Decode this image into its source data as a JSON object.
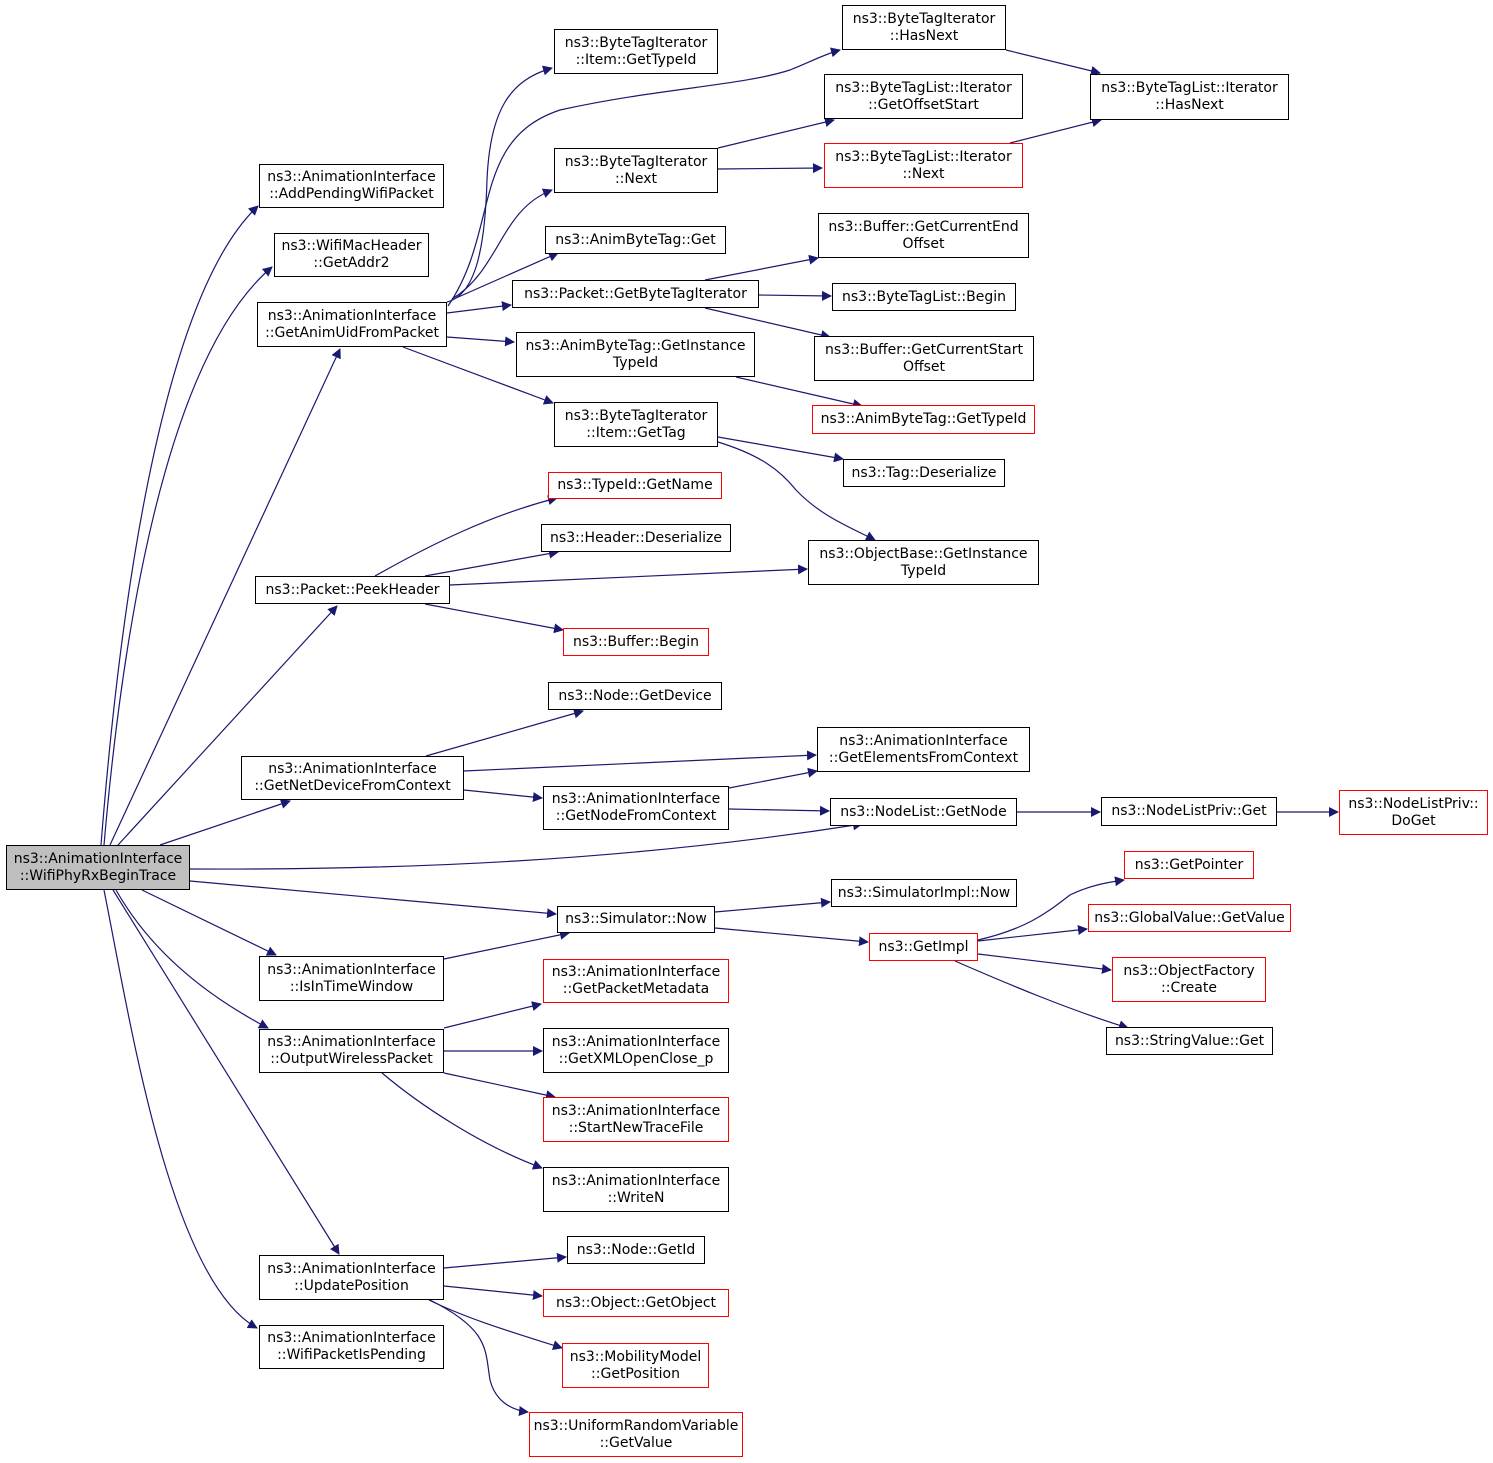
{
  "colors": {
    "edge": "#191970",
    "border": "#000000",
    "border_red": "#ff0000",
    "root_fill": "#bfbfbf",
    "fill": "#ffffff"
  },
  "nodes": {
    "root": [
      "ns3::AnimationInterface",
      "::WifiPhyRxBeginTrace"
    ],
    "addPendingWifiPacket": [
      "ns3::AnimationInterface",
      "::AddPendingWifiPacket"
    ],
    "getAddr2": [
      "ns3::WifiMacHeader",
      "::GetAddr2"
    ],
    "getAnimUidFromPacket": [
      "ns3::AnimationInterface",
      "::GetAnimUidFromPacket"
    ],
    "peekHeader": [
      "ns3::Packet::PeekHeader"
    ],
    "getNetDeviceFromContext": [
      "ns3::AnimationInterface",
      "::GetNetDeviceFromContext"
    ],
    "isInTimeWindow": [
      "ns3::AnimationInterface",
      "::IsInTimeWindow"
    ],
    "outputWirelessPacket": [
      "ns3::AnimationInterface",
      "::OutputWirelessPacket"
    ],
    "updatePosition": [
      "ns3::AnimationInterface",
      "::UpdatePosition"
    ],
    "wifiPacketIsPending": [
      "ns3::AnimationInterface",
      "::WifiPacketIsPending"
    ],
    "itemGetTypeId": [
      "ns3::ByteTagIterator",
      "::Item::GetTypeId"
    ],
    "btiNext": [
      "ns3::ByteTagIterator",
      "::Next"
    ],
    "animByteTagGet": [
      "ns3::AnimByteTag::Get"
    ],
    "getByteTagIterator": [
      "ns3::Packet::GetByteTagIterator"
    ],
    "getInstanceTypeIdAnim": [
      "ns3::AnimByteTag::GetInstance",
      "TypeId"
    ],
    "itemGetTag": [
      "ns3::ByteTagIterator",
      "::Item::GetTag"
    ],
    "typeIdGetName": [
      "ns3::TypeId::GetName"
    ],
    "headerDeserialize": [
      "ns3::Header::Deserialize"
    ],
    "bufferBegin": [
      "ns3::Buffer::Begin"
    ],
    "nodeGetDevice": [
      "ns3::Node::GetDevice"
    ],
    "getNodeFromContext": [
      "ns3::AnimationInterface",
      "::GetNodeFromContext"
    ],
    "simulatorNow": [
      "ns3::Simulator::Now"
    ],
    "getPacketMetadata": [
      "ns3::AnimationInterface",
      "::GetPacketMetadata"
    ],
    "getXMLOpenClose": [
      "ns3::AnimationInterface",
      "::GetXMLOpenClose_p"
    ],
    "startNewTraceFile": [
      "ns3::AnimationInterface",
      "::StartNewTraceFile"
    ],
    "writeN": [
      "ns3::AnimationInterface",
      "::WriteN"
    ],
    "nodeGetId": [
      "ns3::Node::GetId"
    ],
    "objectGetObject": [
      "ns3::Object::GetObject"
    ],
    "mobilityGetPosition": [
      "ns3::MobilityModel",
      "::GetPosition"
    ],
    "uniformGetValue": [
      "ns3::UniformRandomVariable",
      "::GetValue"
    ],
    "btiHasNext": [
      "ns3::ByteTagIterator",
      "::HasNext"
    ],
    "getOffsetStart": [
      "ns3::ByteTagList::Iterator",
      "::GetOffsetStart"
    ],
    "btlIteratorNext": [
      "ns3::ByteTagList::Iterator",
      "::Next"
    ],
    "getCurrentEndOffset": [
      "ns3::Buffer::GetCurrentEnd",
      "Offset"
    ],
    "byteTagListBegin": [
      "ns3::ByteTagList::Begin"
    ],
    "getCurrentStartOffset": [
      "ns3::Buffer::GetCurrentStart",
      "Offset"
    ],
    "animByteTagGetTypeId": [
      "ns3::AnimByteTag::GetTypeId"
    ],
    "tagDeserialize": [
      "ns3::Tag::Deserialize"
    ],
    "objectBaseGetInstanceTypeId": [
      "ns3::ObjectBase::GetInstance",
      "TypeId"
    ],
    "getElementsFromContext": [
      "ns3::AnimationInterface",
      "::GetElementsFromContext"
    ],
    "nodeListGetNode": [
      "ns3::NodeList::GetNode"
    ],
    "simulatorImplNow": [
      "ns3::SimulatorImpl::Now"
    ],
    "getImpl": [
      "ns3::GetImpl"
    ],
    "btlIteratorHasNext": [
      "ns3::ByteTagList::Iterator",
      "::HasNext"
    ],
    "nodeListPrivGet": [
      "ns3::NodeListPriv::Get"
    ],
    "nodeListPrivDoGet": [
      "ns3::NodeListPriv::",
      "DoGet"
    ],
    "getPointer": [
      "ns3::GetPointer"
    ],
    "globalValueGetValue": [
      "ns3::GlobalValue::GetValue"
    ],
    "objectFactoryCreate": [
      "ns3::ObjectFactory",
      "::Create"
    ],
    "stringValueGet": [
      "ns3::StringValue::Get"
    ]
  }
}
